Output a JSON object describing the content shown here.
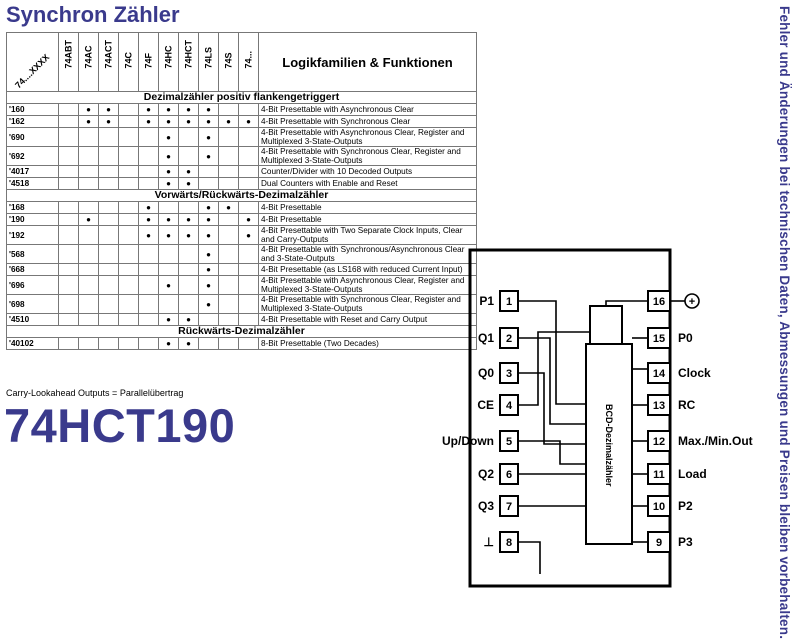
{
  "header": {
    "title": "Synchron Zähler"
  },
  "side_note": "Fehler und Änderungen bei technischen Daten, Abmessungen und Preisen bleiben vorbehalten.",
  "table": {
    "corner_label": "74....XXXX",
    "columns": [
      "74ABT",
      "74AC",
      "74ACT",
      "74C",
      "74F",
      "74HC",
      "74HCT",
      "74LS",
      "74S",
      "74..."
    ],
    "function_header": "Logikfamilien & Funktionen",
    "sections": [
      {
        "title": "Dezimalzähler positiv flankengetriggert",
        "rows": [
          {
            "type": "'160",
            "marks": [
              0,
              1,
              1,
              0,
              1,
              1,
              1,
              1,
              0,
              0
            ],
            "desc": "4-Bit Presettable with Asynchronous Clear"
          },
          {
            "type": "'162",
            "marks": [
              0,
              1,
              1,
              0,
              1,
              1,
              1,
              1,
              1,
              1
            ],
            "desc": "4-Bit Presettable with Synchronous Clear"
          },
          {
            "type": "'690",
            "marks": [
              0,
              0,
              0,
              0,
              0,
              1,
              0,
              1,
              0,
              0
            ],
            "desc": "4-Bit Presettable with Asynchronous Clear, Register and Multiplexed 3-State-Outputs"
          },
          {
            "type": "'692",
            "marks": [
              0,
              0,
              0,
              0,
              0,
              1,
              0,
              1,
              0,
              0
            ],
            "desc": "4-Bit Presettable with Synchronous Clear, Register and Multiplexed 3-State-Outputs"
          },
          {
            "type": "'4017",
            "marks": [
              0,
              0,
              0,
              0,
              0,
              1,
              1,
              0,
              0,
              0
            ],
            "desc": "Counter/Divider with 10 Decoded Outputs"
          },
          {
            "type": "'4518",
            "marks": [
              0,
              0,
              0,
              0,
              0,
              1,
              1,
              0,
              0,
              0
            ],
            "desc": "Dual Counters with Enable and Reset"
          }
        ]
      },
      {
        "title": "Vorwärts/Rückwärts-Dezimalzähler",
        "rows": [
          {
            "type": "'168",
            "marks": [
              0,
              0,
              0,
              0,
              1,
              0,
              0,
              1,
              1,
              0
            ],
            "desc": "4-Bit Presettable"
          },
          {
            "type": "'190",
            "marks": [
              0,
              1,
              0,
              0,
              1,
              1,
              1,
              1,
              0,
              1
            ],
            "desc": "4-Bit Presettable"
          },
          {
            "type": "'192",
            "marks": [
              0,
              0,
              0,
              0,
              1,
              1,
              1,
              1,
              0,
              1
            ],
            "desc": "4-Bit Presettable with Two Separate Clock Inputs, Clear and Carry-Outputs"
          },
          {
            "type": "'568",
            "marks": [
              0,
              0,
              0,
              0,
              0,
              0,
              0,
              1,
              0,
              0
            ],
            "desc": "4-Bit Presettable with Synchronous/Asynchronous Clear and 3-State-Outputs"
          },
          {
            "type": "'668",
            "marks": [
              0,
              0,
              0,
              0,
              0,
              0,
              0,
              1,
              0,
              0
            ],
            "desc": "4-Bit Presettable (as LS168 with reduced Current Input)"
          },
          {
            "type": "'696",
            "marks": [
              0,
              0,
              0,
              0,
              0,
              1,
              0,
              1,
              0,
              0
            ],
            "desc": "4-Bit Presettable with Asynchronous Clear, Register and Multiplexed 3-State-Outputs"
          },
          {
            "type": "'698",
            "marks": [
              0,
              0,
              0,
              0,
              0,
              0,
              0,
              1,
              0,
              0
            ],
            "desc": "4-Bit Presettable with Synchronous Clear, Register and Multiplexed 3-State-Outputs"
          },
          {
            "type": "'4510",
            "marks": [
              0,
              0,
              0,
              0,
              0,
              1,
              1,
              0,
              0,
              0
            ],
            "desc": "4-Bit Presettable with Reset and Carry Output"
          }
        ]
      },
      {
        "title": "Rückwärts-Dezimalzähler",
        "rows": [
          {
            "type": "'40102",
            "marks": [
              0,
              0,
              0,
              0,
              0,
              1,
              1,
              0,
              0,
              0
            ],
            "desc": "8-Bit Presettable (Two Decades)"
          }
        ]
      }
    ]
  },
  "footnote": "Carry-Lookahead Outputs = Parallelübertrag",
  "part_number": "74HCT190",
  "pinout": {
    "chip_label": "BCD-Dezimalzähler",
    "left_pins": [
      {
        "num": "1",
        "label": "P1"
      },
      {
        "num": "2",
        "label": "Q1"
      },
      {
        "num": "3",
        "label": "Q0"
      },
      {
        "num": "4",
        "label": "CE"
      },
      {
        "num": "5",
        "label": "Up/Down"
      },
      {
        "num": "6",
        "label": "Q2"
      },
      {
        "num": "7",
        "label": "Q3"
      },
      {
        "num": "8",
        "label": "⊥"
      }
    ],
    "right_pins": [
      {
        "num": "16",
        "label": "+"
      },
      {
        "num": "15",
        "label": "P0"
      },
      {
        "num": "14",
        "label": "Clock"
      },
      {
        "num": "13",
        "label": "RC"
      },
      {
        "num": "12",
        "label": "Max./Min.Out"
      },
      {
        "num": "11",
        "label": "Load"
      },
      {
        "num": "10",
        "label": "P2"
      },
      {
        "num": "9",
        "label": "P3"
      }
    ]
  }
}
